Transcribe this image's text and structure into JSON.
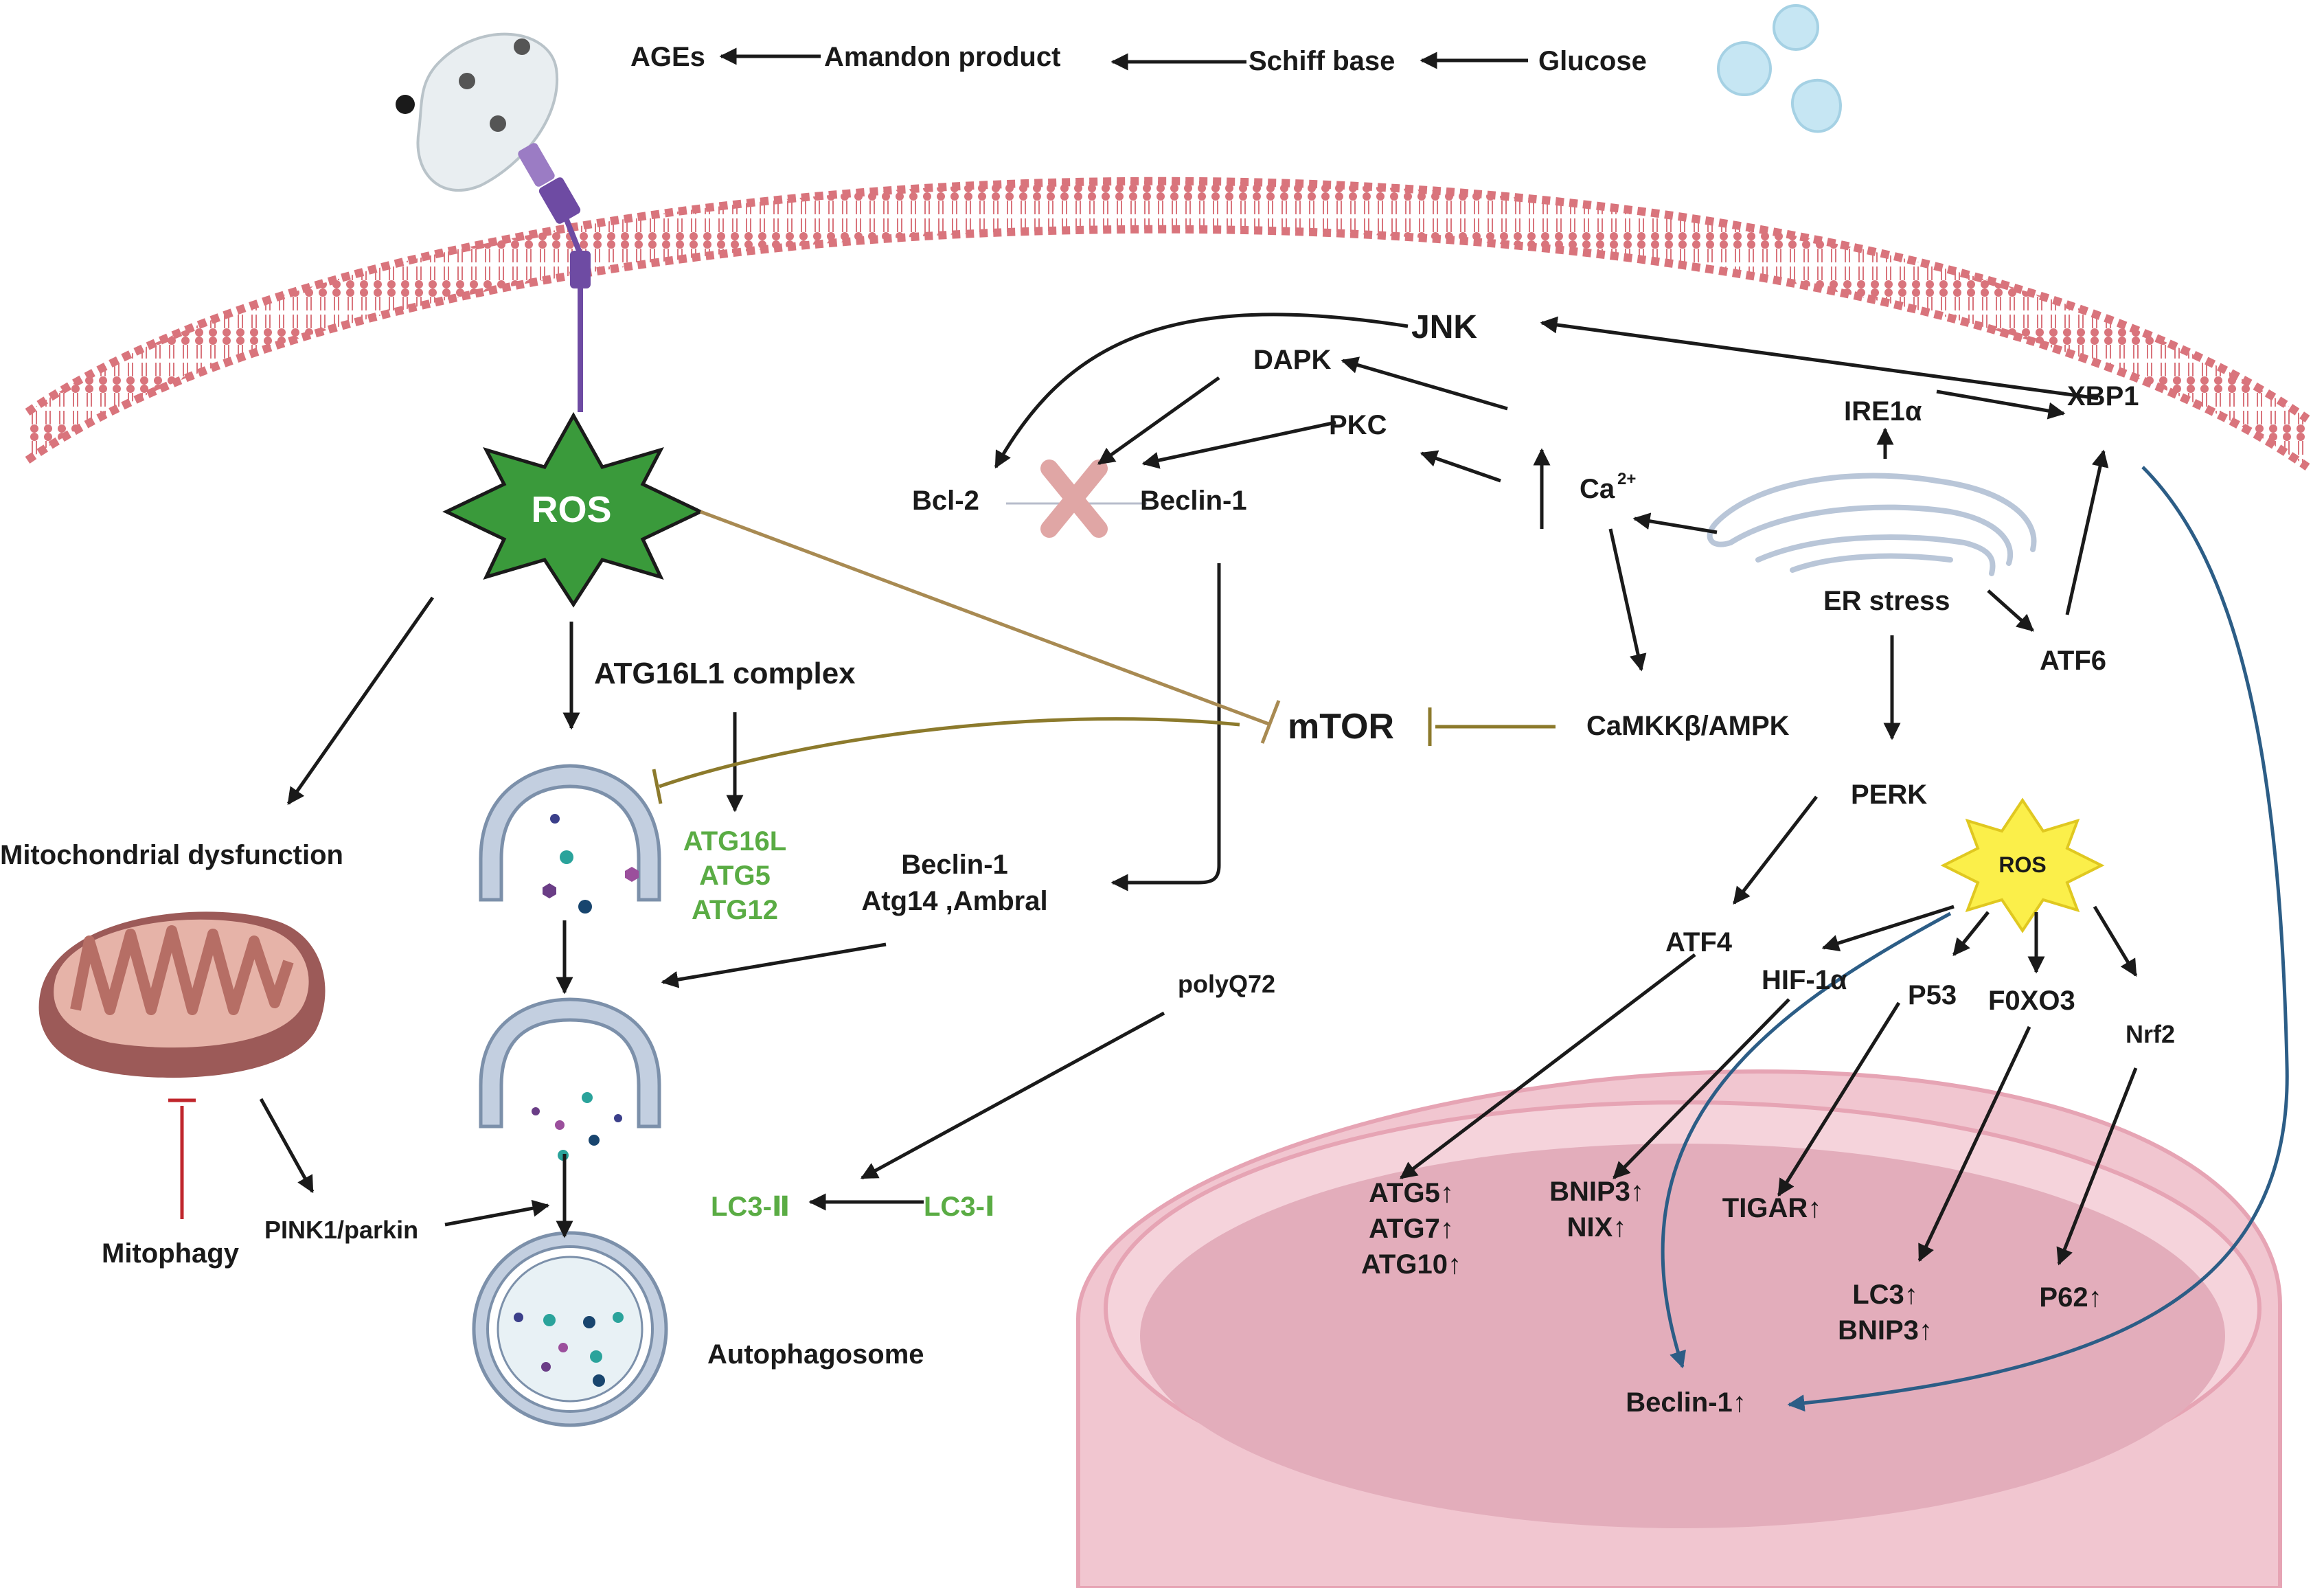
{
  "colors": {
    "membrane": "#d9747c",
    "ros_green": "#3a9a3b",
    "ros_yellow": "#fbef4a",
    "gold_inhibit": "#8c7a2c",
    "red_inhibit": "#c0262c",
    "blue_arrow": "#2c5d86",
    "green_text": "#5aac44",
    "nucleus": "#e7b5c2",
    "vesicle": "#9fb3cc"
  },
  "icons": {
    "receptor": "receptor-icon",
    "glucose": "glucose-molecules-icon",
    "ros_burst": "starburst-icon",
    "mitochondrion": "mitochondrion-icon",
    "er": "endoplasmic-reticulum-icon",
    "phagophore": "phagophore-icon",
    "autophagosome": "autophagosome-icon",
    "nucleus": "nucleus-icon",
    "block": "x-mark-icon"
  },
  "labels": {
    "ages": "AGEs",
    "amandon": "Amandon product",
    "schiff": "Schiff base",
    "glucose": "Glucose",
    "ros_main": "ROS",
    "atg16l1_complex": "ATG16L1 complex",
    "atg16l": "ATG16L",
    "atg5": "ATG5",
    "atg12": "ATG12",
    "mito_dysfunction": "Mitochondrial dysfunction",
    "mitophagy": "Mitophagy",
    "pink1": "PINK1/parkin",
    "autophagosome": "Autophagosome",
    "lc3_2": "LC3-Ⅱ",
    "lc3_1": "LC3-Ⅰ",
    "polyq72": "polyQ72",
    "beclin_complex_1": "Beclin-1",
    "beclin_complex_2": "Atg14 ,Ambral",
    "mtor": "mTOR",
    "camkk": "CaMKKβ/AMPK",
    "bcl2": "Bcl-2",
    "beclin1": "Beclin-1",
    "dapk": "DAPK",
    "pkc": "PKC",
    "jnk": "JNK",
    "ca": "Ca",
    "ca_sup": "2+",
    "ire1a": "IRE1α",
    "xbp1": "XBP1",
    "er_stress": "ER stress",
    "atf6": "ATF6",
    "perk": "PERK",
    "ros_small": "ROS",
    "atf4": "ATF4",
    "hif1a": "HIF-1α",
    "p53": "P53",
    "foxo3": "F0XO3",
    "nrf2": "Nrf2",
    "n_atg5": "ATG5↑",
    "n_atg7": "ATG7↑",
    "n_atg10": "ATG10↑",
    "n_bnip3": "BNIP3↑",
    "n_nix": "NIX↑",
    "n_tigar": "TIGAR↑",
    "n_lc3": "LC3↑",
    "n_bnip3b": "BNIP3↑",
    "n_p62": "P62↑",
    "n_beclin": "Beclin-1↑"
  }
}
